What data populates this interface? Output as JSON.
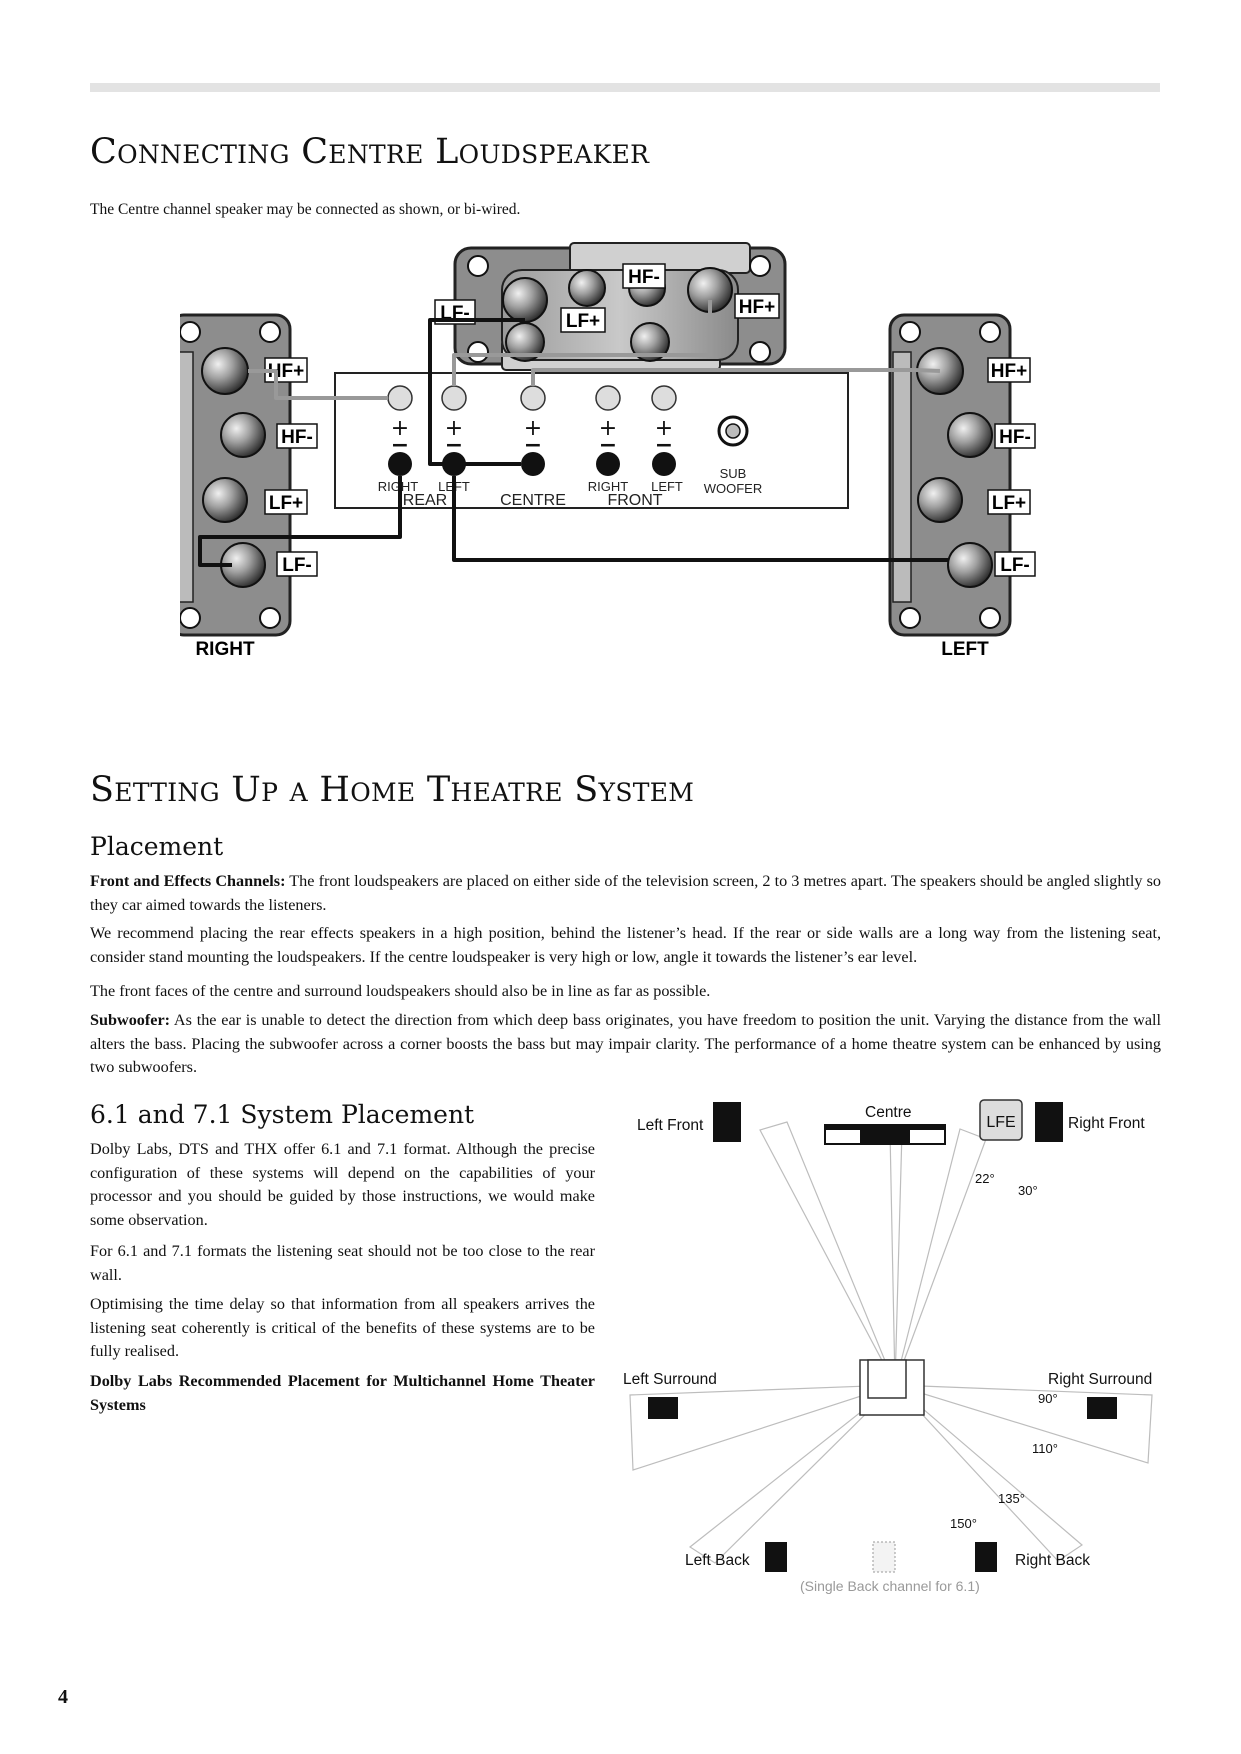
{
  "page": {
    "section1_title": "Connecting Centre Loudspeaker",
    "section1_intro": "The Centre channel speaker may be connected as shown, or bi-wired.",
    "section2_title": "Setting Up a Home Theatre System",
    "placement_heading": "Placement",
    "front_effects_lead": "Front and Effects Channels:",
    "front_effects_text": " The front loudspeakers are placed on either side of the television screen, 2 to 3 metres apart. The speakers should be angled slightly so they car aimed towards the listeners.",
    "rear_para": "We recommend placing the rear effects speakers in a high position, behind the listener’s head. If the rear or side walls are a long way from the listening seat, consider stand mounting the loudspeakers. If the centre loudspeaker is very high or low, angle it towards the listener’s ear level.",
    "front_faces_para": "The front faces of the centre and surround loudspeakers should also be in line as far as possible.",
    "subwoofer_lead": "Subwoofer:",
    "subwoofer_text": " As the ear is unable to detect the direction from which deep bass originates, you have freedom to position the unit. Varying the distance from the wall alters the bass. Placing the subwoofer across a corner boosts the bass but may impair clarity. The performance of a home theatre system can be enhanced by using two subwoofers.",
    "system_heading": "6.1 and 7.1 System Placement",
    "system_p1": "Dolby Labs, DTS and THX offer 6.1 and 7.1 format. Although the precise configuration of these systems will depend on the capabilities of your processor and you should be guided by those instructions, we would make some observation.",
    "system_p2": "For 6.1 and 7.1 formats the listening seat should not be too close to the rear wall.",
    "system_p3": "Optimising the time delay so that information from all speakers arrives the listening seat coherently is critical of the benefits of these systems are to be fully realised.",
    "system_caption": "Dolby Labs Recommended Placement for Multichannel Home Theater Systems",
    "page_number": "4"
  },
  "wiring_diagram": {
    "centre_terminals": [
      "LF-",
      "LF+",
      "HF-",
      "HF+"
    ],
    "side_terminals": [
      "HF+",
      "HF-",
      "LF+",
      "LF-"
    ],
    "plus_sign": "+",
    "minus_sign": "−",
    "amp_right": "RIGHT",
    "amp_left": "LEFT",
    "amp_rear": "REAR",
    "amp_centre": "CENTRE",
    "amp_front": "FRONT",
    "amp_sub": "SUB",
    "amp_woofer": "WOOFER",
    "label_right": "RIGHT",
    "label_left": "LEFT"
  },
  "layout_diagram": {
    "left_front": "Left Front",
    "centre": "Centre",
    "lfe": "LFE",
    "right_front": "Right Front",
    "left_surround": "Left Surround",
    "right_surround": "Right Surround",
    "left_back": "Left Back",
    "right_back": "Right Back",
    "single_back_note": "(Single Back channel for 6.1)",
    "angle_22": "22°",
    "angle_30": "30°",
    "angle_90": "90°",
    "angle_110": "110°",
    "angle_135": "135°",
    "angle_150": "150°"
  }
}
